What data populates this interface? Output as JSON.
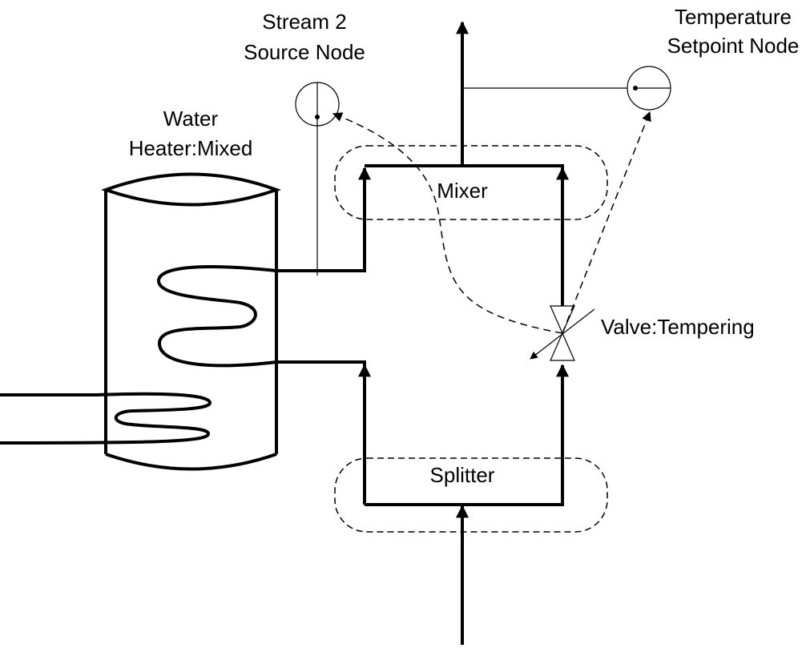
{
  "labels": {
    "stream2_line1": "Stream 2",
    "stream2_line2": "Source Node",
    "temp_line1": "Temperature",
    "temp_line2": "Setpoint Node",
    "heater_line1": "Water",
    "heater_line2": "Heater:Mixed",
    "mixer": "Mixer",
    "splitter": "Splitter",
    "valve": "Valve:Tempering"
  },
  "colors": {
    "line": "#000000",
    "background": "#ffffff"
  }
}
